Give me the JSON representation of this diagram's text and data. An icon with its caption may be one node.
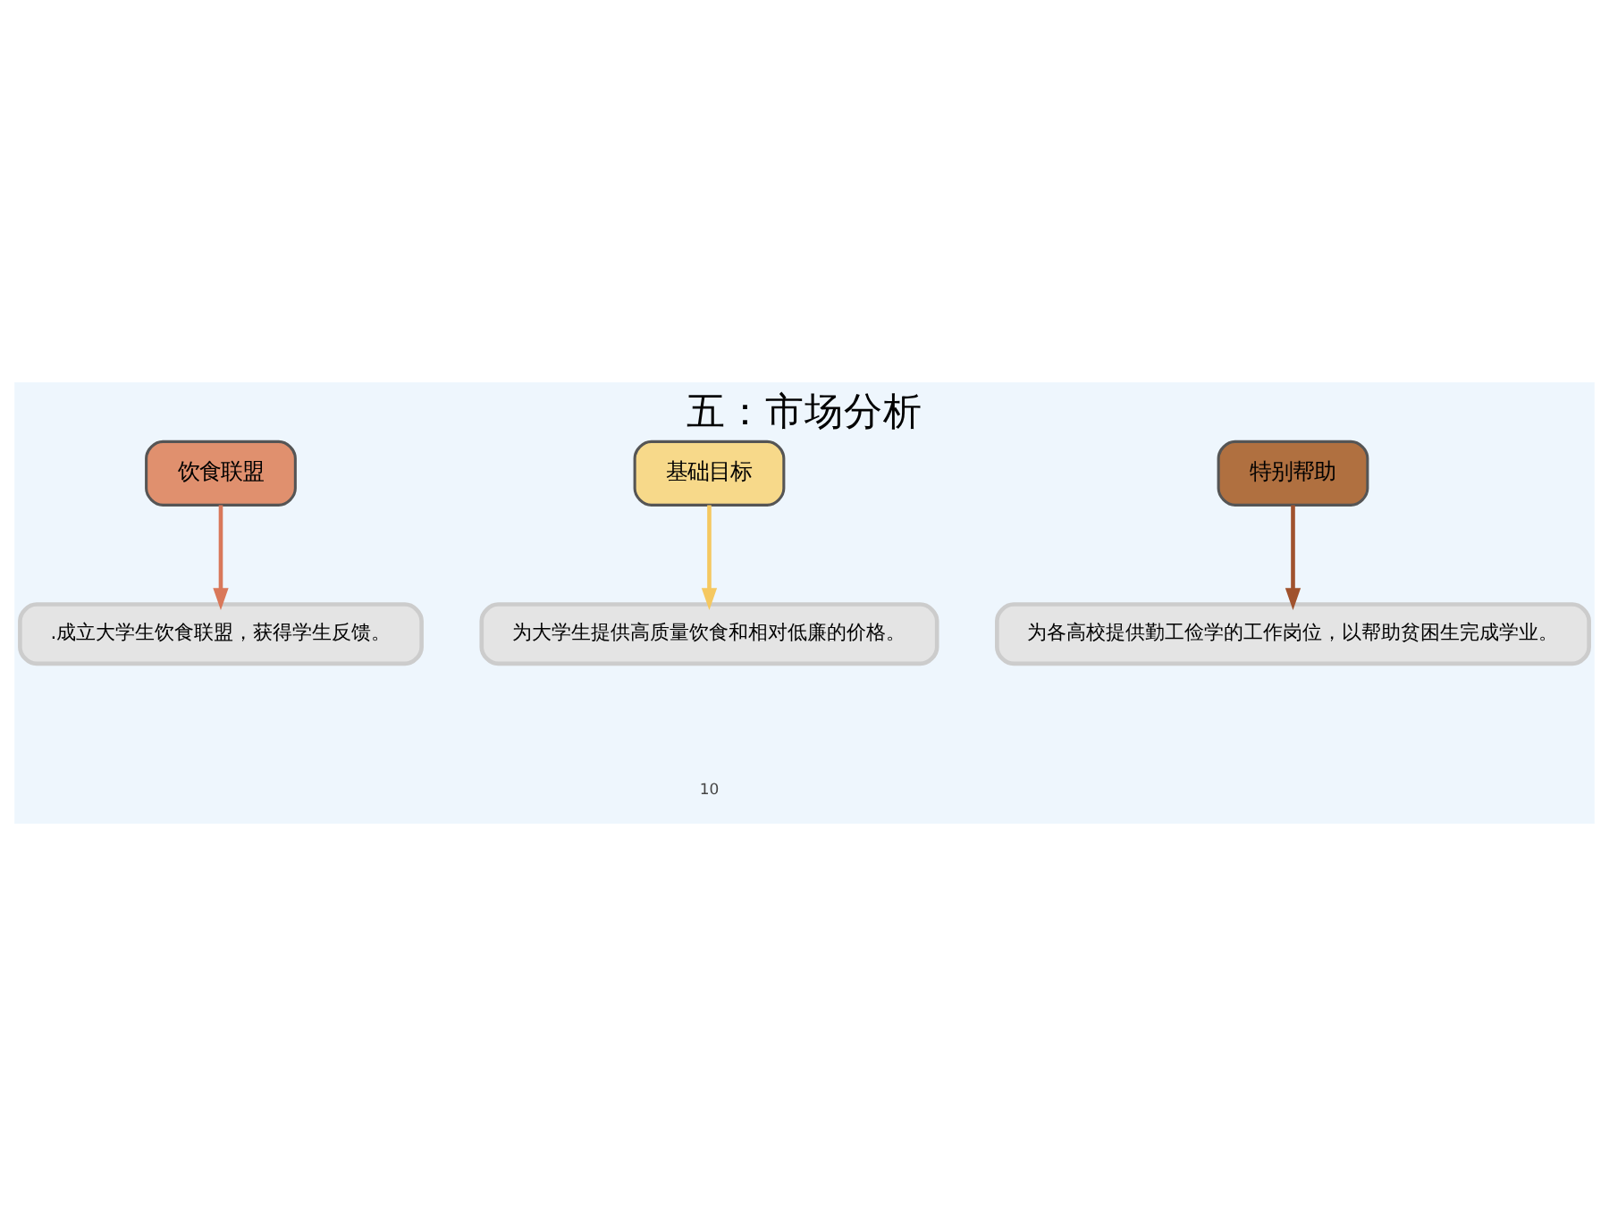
{
  "diagram": {
    "title": "五：市场分析",
    "nodes": [
      {
        "text": [
          "饮食联盟"
        ]
      },
      {
        "text": [
          "基础目标"
        ]
      },
      {
        "text": [
          "特别帮助"
        ]
      },
      {
        "text": [
          ".成立大学生饮食联盟，获得学生反馈。"
        ]
      },
      {
        "text": [
          "为大学生提供高质量饮食和相对低廉的价格。"
        ]
      },
      {
        "text": [
          "为各高校提供勤工俭学的工作岗位，以帮助贫困生完成学业。"
        ]
      }
    ],
    "edges": [
      {
        "from": 0,
        "to": 3,
        "arrow": "to",
        "color": "#d9785a"
      },
      {
        "from": 1,
        "to": 4,
        "arrow": "to",
        "color": "#f5c860"
      },
      {
        "from": 2,
        "to": 5,
        "arrow": "to",
        "color": "#a0522d"
      }
    ],
    "labels": [
      "10"
    ]
  }
}
